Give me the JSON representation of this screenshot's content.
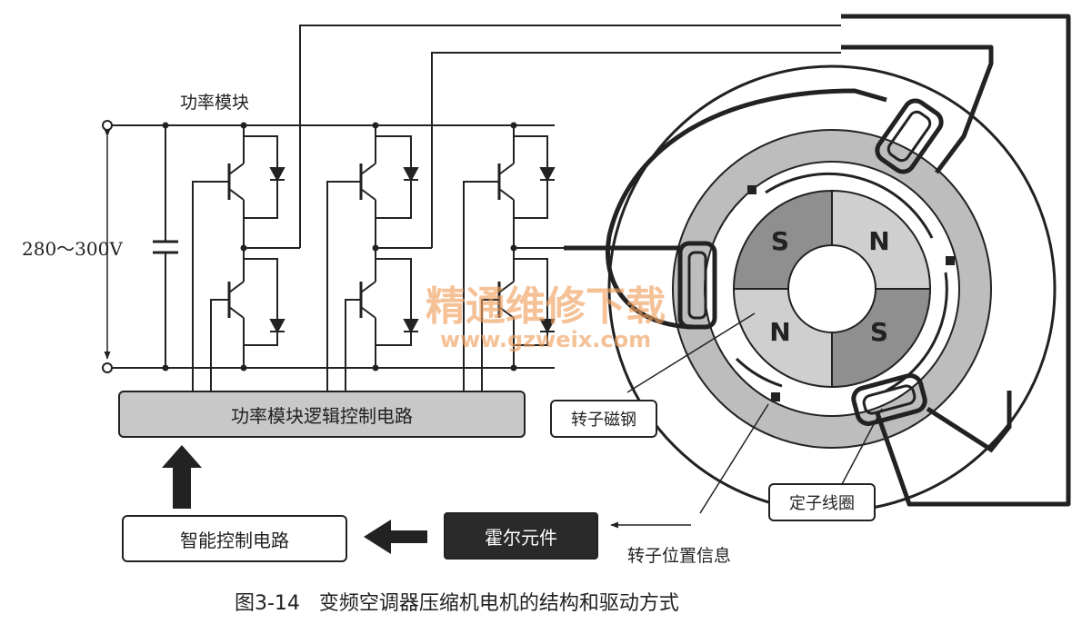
{
  "labels": {
    "power_module": "功率模块",
    "voltage": "280～300V",
    "logic_circuit": "功率模块逻辑控制电路",
    "smart_control": "智能控制电路",
    "hall_element": "霍尔元件",
    "rotor_position": "转子位置信息",
    "rotor_magnet": "转子磁钢",
    "stator_coil": "定子线圈",
    "caption": "图3-14   变频空调器压缩机电机的结构和驱动方式"
  },
  "rotor": {
    "poles": [
      "S",
      "N",
      "S",
      "N"
    ]
  },
  "watermark": {
    "text": "精通维修下载",
    "url": "www.gzweix.com"
  },
  "colors": {
    "line": "#222222",
    "box_fill": "#c8c8c8",
    "hall_fill": "#2a2a2a",
    "ring": "#bdbdbd",
    "rotor_dark": "#8f8f8f",
    "rotor_light": "#cfcfcf",
    "watermark": "#f0a060"
  }
}
